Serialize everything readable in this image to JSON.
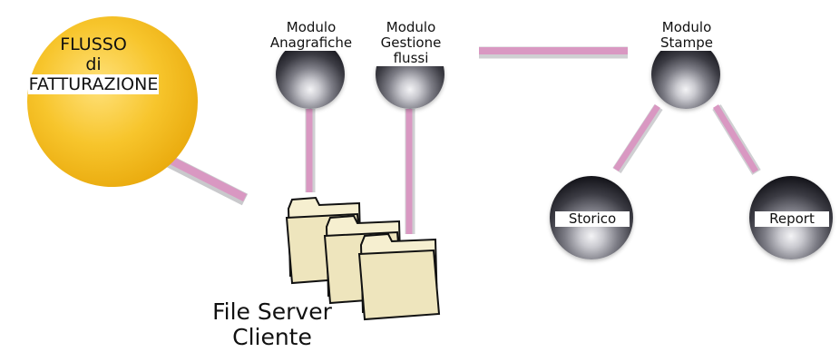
{
  "nodes": {
    "flusso": {
      "lines": [
        "FLUSSO",
        "di",
        "FATTURAZIONE"
      ]
    },
    "anagrafiche": {
      "lines": [
        "Modulo",
        "Anagrafiche"
      ]
    },
    "gestione": {
      "lines": [
        "Modulo",
        "Gestione",
        "flussi"
      ]
    },
    "stampe": {
      "lines": [
        "Modulo",
        "Stampe"
      ]
    },
    "storico": {
      "label": "Storico"
    },
    "report": {
      "label": "Report"
    }
  },
  "file_server": {
    "lines": [
      "File Server",
      "Cliente"
    ]
  },
  "colors": {
    "accent_circle": "#f7c52c",
    "connector": "#d998c2",
    "folder": "#f6efd0"
  },
  "icons": {
    "module": "sphere",
    "file_server": "folder-stack-icon"
  }
}
